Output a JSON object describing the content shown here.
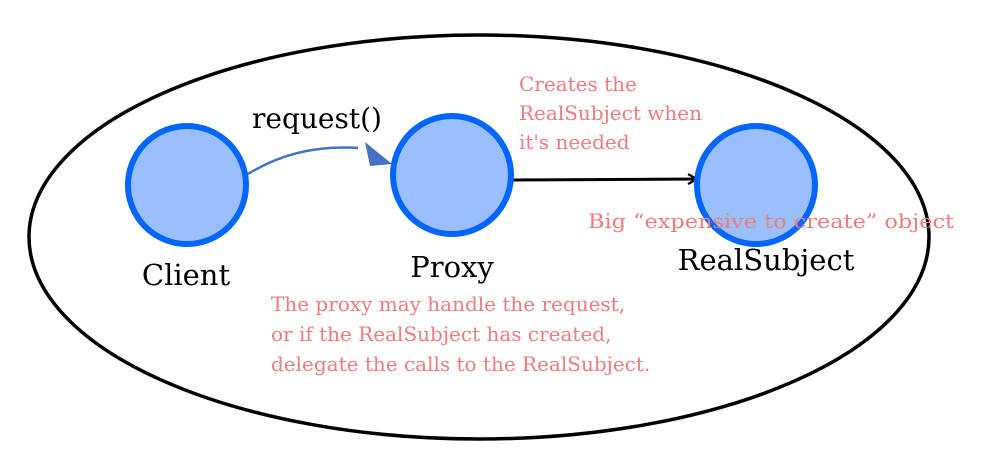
{
  "colors": {
    "node_fill": "#99BFFF",
    "node_stroke": "#0066FF",
    "boundary_stroke": "#000000",
    "request_arrow": "#4472C4",
    "create_arrow": "#000000",
    "note_text": "#F07C7C"
  },
  "nodes": {
    "client": "Client",
    "proxy": "Proxy",
    "real_subject": "RealSubject"
  },
  "edges": {
    "request": "request()"
  },
  "notes": {
    "creates": [
      "Creates the",
      "RealSubject when",
      "it's needed"
    ],
    "expensive": "Big “expensive to create” object",
    "proxy_handles": [
      "The proxy may handle the request,",
      "or if the RealSubject has created,",
      "delegate the calls to the RealSubject."
    ]
  }
}
